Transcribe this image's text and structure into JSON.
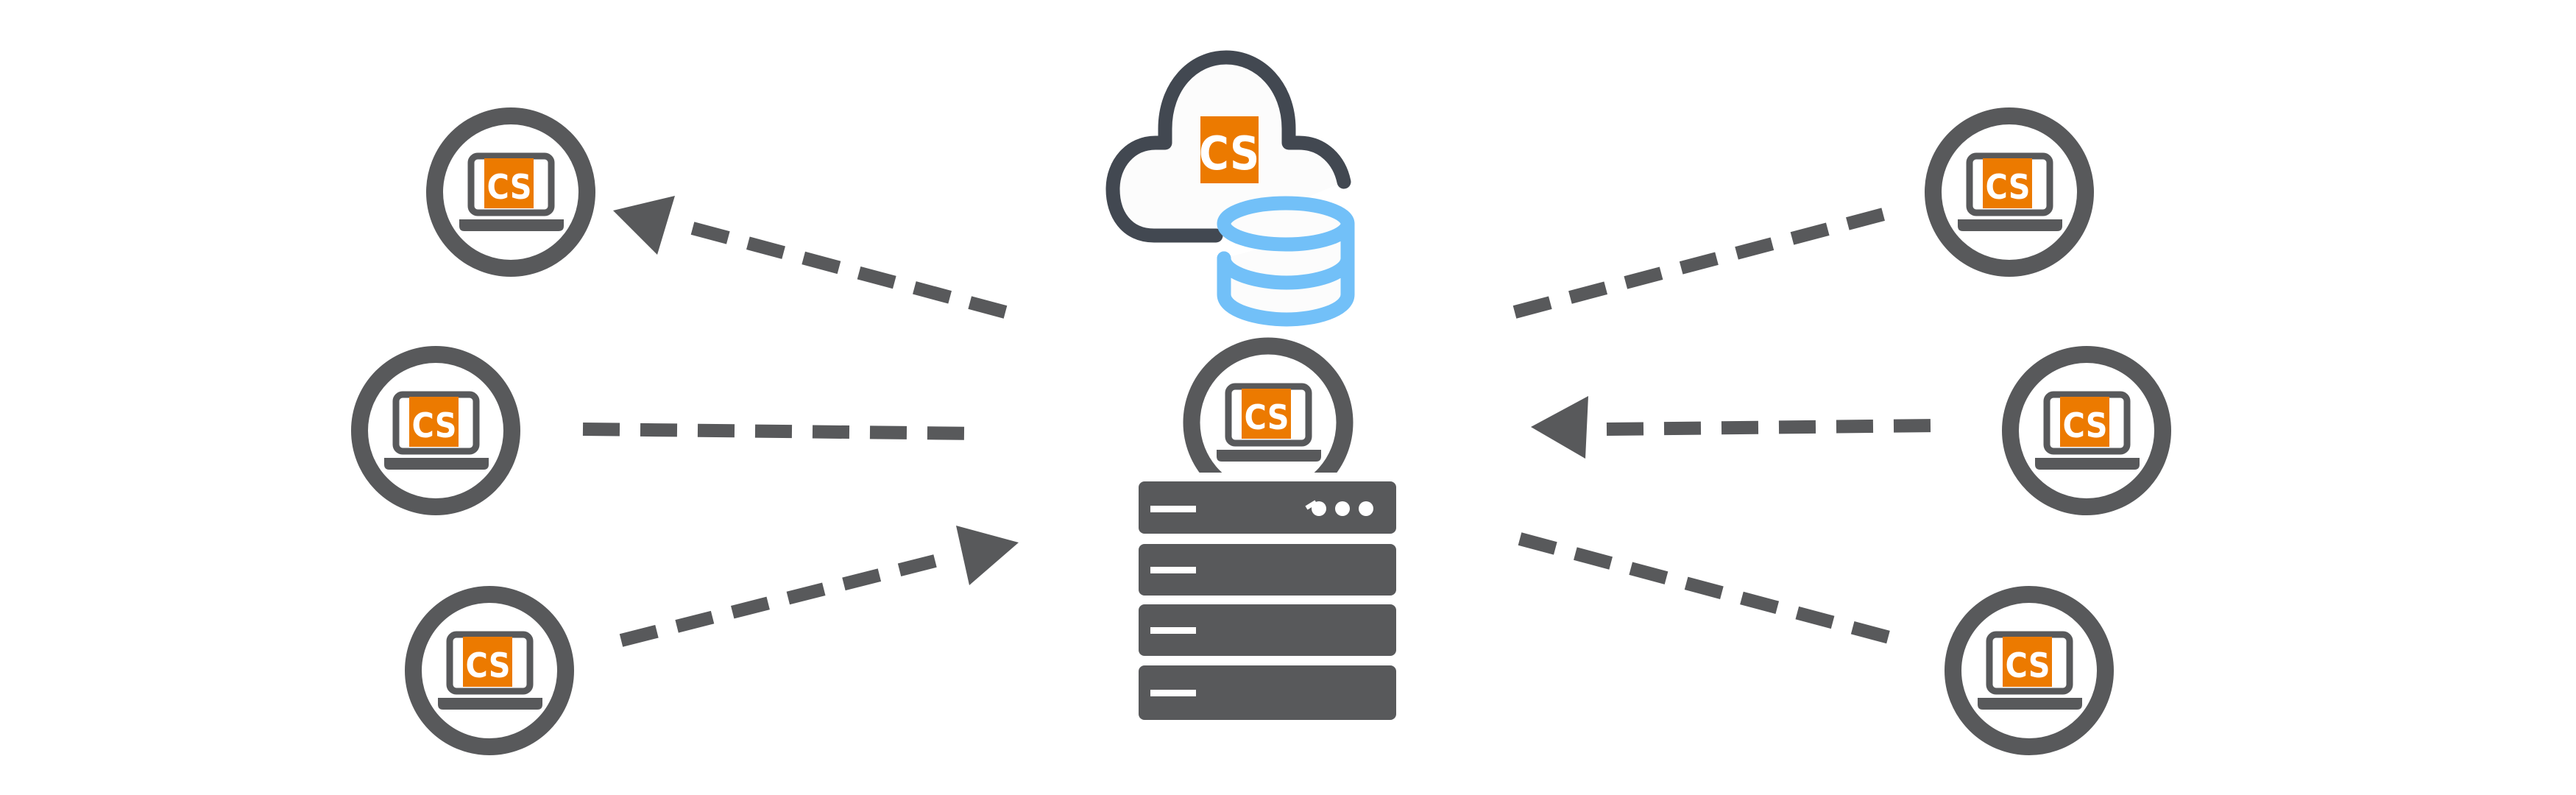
{
  "logo_text": "CS",
  "nodes": {
    "cloud": {
      "label": "CS"
    },
    "server": {
      "label": "CS"
    },
    "clients": [
      {
        "label": "CS",
        "side": "left",
        "arrow": "to-client"
      },
      {
        "label": "CS",
        "side": "left",
        "arrow": "none"
      },
      {
        "label": "CS",
        "side": "left",
        "arrow": "to-server"
      },
      {
        "label": "CS",
        "side": "right",
        "arrow": "none"
      },
      {
        "label": "CS",
        "side": "right",
        "arrow": "to-server"
      },
      {
        "label": "CS",
        "side": "right",
        "arrow": "none"
      }
    ]
  },
  "colors": {
    "icon_gray": "#58595b",
    "brand_orange": "#ec7a00",
    "cloud_stroke": "#424851",
    "database_blue": "#72c0f8"
  }
}
